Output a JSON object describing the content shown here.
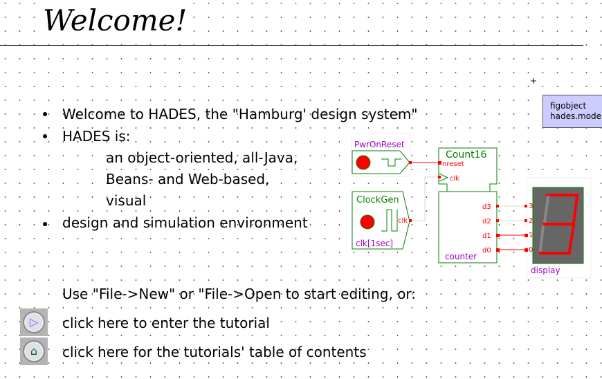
{
  "title": "Welcome!",
  "bullets": [
    "Welcome to HADES, the \"Hamburg' design system\"",
    "HADES is:",
    "design and simulation environment"
  ],
  "sub_lines": [
    "an object-oriented, all-Java,",
    "Beans- and Web-based,",
    "visual"
  ],
  "instructions": "Use \"File->New\" or \"File->Open to start editing, or:",
  "links": [
    {
      "label": "click here to enter the tutorial",
      "icon": "play-icon"
    },
    {
      "label": "click here for the tutorials' table of contents",
      "icon": "home-icon"
    }
  ],
  "figobject": {
    "line1": "figobject",
    "line2": "hades.model"
  },
  "cursor_marker": "+",
  "circuit": {
    "pwr": {
      "name": "PwrOnReset"
    },
    "clockgen": {
      "name": "ClockGen",
      "port": "clk",
      "label": "clk[1sec]"
    },
    "counter": {
      "type": "Count16",
      "nreset": "nreset",
      "clk": "clk",
      "outputs": [
        "d3",
        "d2",
        "d1",
        "d0"
      ],
      "name": "counter"
    },
    "display": {
      "inputs": [
        "3",
        "2",
        "1",
        "0"
      ],
      "name": "display"
    },
    "colors": {
      "wire_active": "#ff0000",
      "wire_inactive": "#d8d8c8",
      "component": "#008000",
      "label": "#a000c0",
      "display_bg": "#666666"
    }
  }
}
